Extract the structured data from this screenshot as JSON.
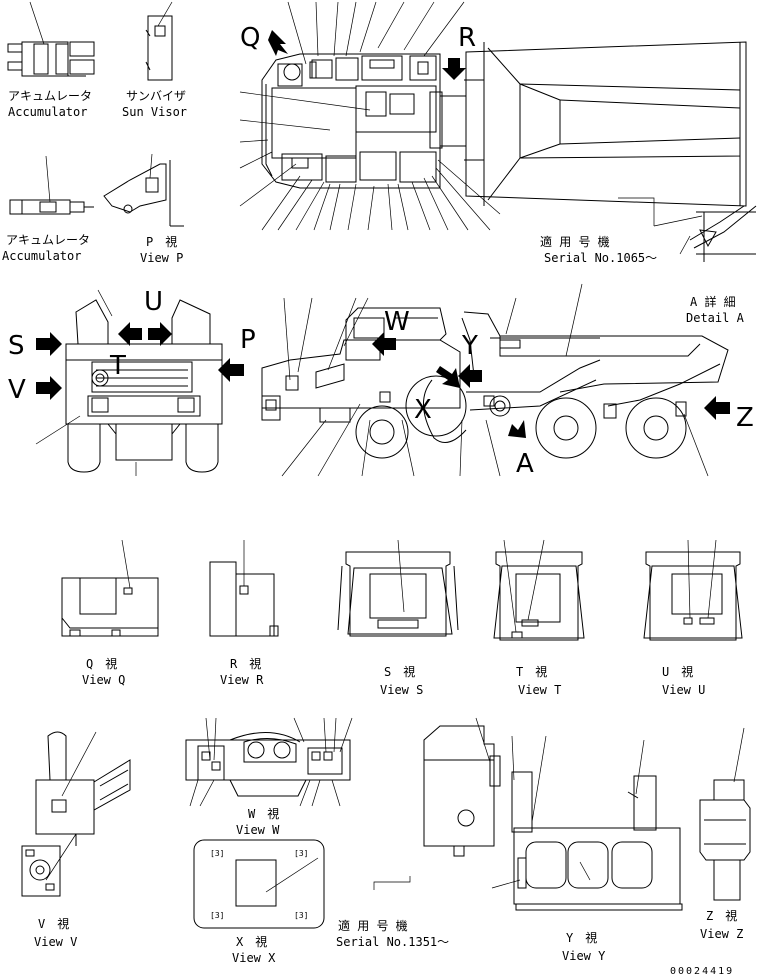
{
  "views": {
    "accumulator_1": {
      "jp": "アキュムレータ",
      "en": "Accumulator"
    },
    "sun_visor": {
      "jp": "サンバイザ",
      "en": "Sun Visor"
    },
    "accumulator_2": {
      "jp": "アキュムレータ",
      "en": "Accumulator"
    },
    "view_p": {
      "jp": "P　視",
      "en": "View P"
    },
    "serial_1065": {
      "jp": "適 用 号 機",
      "en": "Serial No.1065～"
    },
    "detail_a": {
      "jp": "A 詳 細",
      "en": "Detail A"
    },
    "view_q": {
      "jp": "Q　視",
      "en": "View Q"
    },
    "view_r": {
      "jp": "R　視",
      "en": "View R"
    },
    "view_s": {
      "jp": "S　視",
      "en": "View S"
    },
    "view_t": {
      "jp": "T　視",
      "en": "View T"
    },
    "view_u": {
      "jp": "U　視",
      "en": "View U"
    },
    "view_w": {
      "jp": "W　視",
      "en": "View W"
    },
    "view_v": {
      "jp": "V　視",
      "en": "View V"
    },
    "view_x": {
      "jp": "X　視",
      "en": "View X"
    },
    "serial_1351": {
      "jp": "適 用 号 機",
      "en": "Serial No.1351～"
    },
    "view_y": {
      "jp": "Y　視",
      "en": "View Y"
    },
    "view_z": {
      "jp": "Z　視",
      "en": "View Z"
    }
  },
  "letters": {
    "q": "Q",
    "r": "R",
    "u": "U",
    "s": "S",
    "v": "V",
    "t": "T",
    "p": "P",
    "w": "W",
    "y": "Y",
    "x": "X",
    "a": "A",
    "z": "Z"
  },
  "plate_marks": {
    "tl": "[3]",
    "tr": "[3]",
    "bl": "[3]",
    "br": "[3]"
  },
  "drawing_number": "00024419"
}
